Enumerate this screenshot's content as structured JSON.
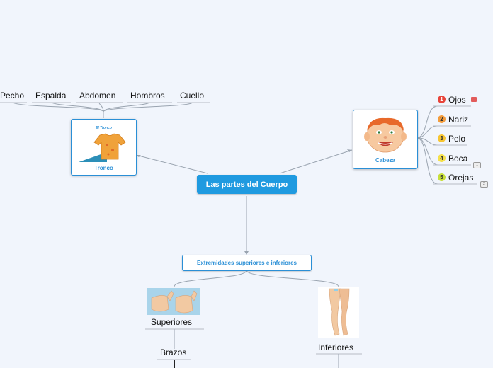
{
  "map": {
    "central": "Las partes del Cuerpo",
    "tronco": {
      "label": "Tronco",
      "image_caption": "El Tronco",
      "children": [
        "Pecho",
        "Espalda",
        "Abdomen",
        "Hombros",
        "Cuello"
      ]
    },
    "cabeza": {
      "label": "Cabeza",
      "children": [
        {
          "num": "1",
          "label": "Ojos",
          "color": "#e8443a"
        },
        {
          "num": "2",
          "label": "Nariz",
          "color": "#f39c3c"
        },
        {
          "num": "3",
          "label": "Pelo",
          "color": "#f7c531"
        },
        {
          "num": "4",
          "label": "Boca",
          "color": "#f5e04a",
          "badge": "1"
        },
        {
          "num": "5",
          "label": "Orejas",
          "color": "#c8df3a",
          "badge": "2"
        }
      ]
    },
    "extremidades": {
      "label": "Extremidades superiores e inferiores",
      "superiores": {
        "label": "Superiores",
        "child": "Brazos"
      },
      "inferiores": {
        "label": "Inferiores"
      }
    }
  },
  "colors": {
    "accent": "#1f9ae0",
    "line": "#9aa4b0",
    "background": "#f1f5fc"
  }
}
